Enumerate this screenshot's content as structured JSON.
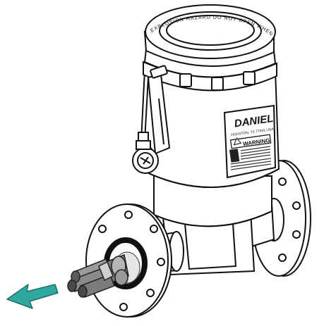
{
  "nameplate": {
    "brand": "DANIEL",
    "location": "HOUSTON, TX 77041 USA",
    "warning_title": "WARNING"
  },
  "cap_ring_text": "EXPLOSION HAZARD  DO NOT OPEN WHEN CIRCUIT ALIVE",
  "colors": {
    "arrow_fill": "#2fa8a0",
    "arrow_stroke": "#1d6f69",
    "line": "#111111",
    "body_fill": "#ffffff",
    "transducer_fill": "#8a8a8a",
    "transducer_dark": "#4a4a4a"
  },
  "icons": {
    "arrow": "removal-direction-arrow",
    "warning": "warning-triangle-icon"
  }
}
